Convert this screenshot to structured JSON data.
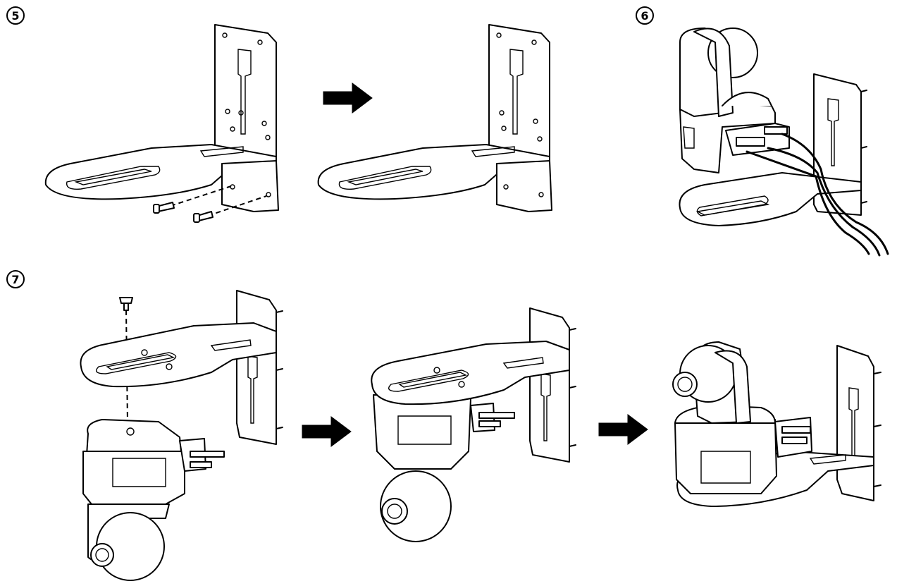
{
  "steps": [
    {
      "number": "5"
    },
    {
      "number": "6"
    },
    {
      "number": "7"
    }
  ],
  "colors": {
    "line": "#000000",
    "background": "#ffffff",
    "arrow": "#1a1a1a"
  },
  "icons": [
    "step-arrow-icon",
    "screw-icon",
    "cable-icon"
  ]
}
